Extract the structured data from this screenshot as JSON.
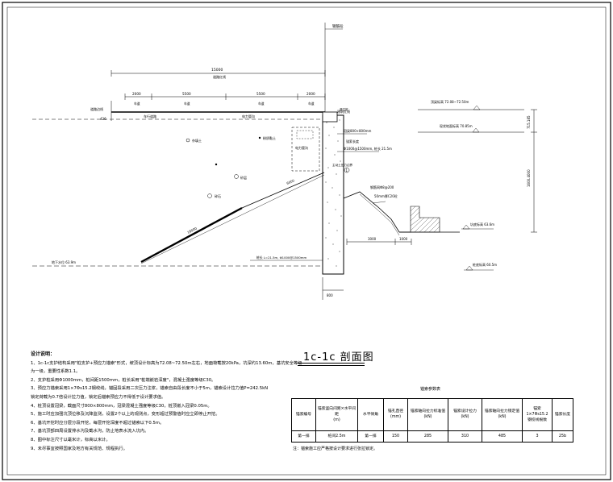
{
  "section": {
    "title": "1c-1c 剖面图",
    "elev_top": "顶梁标高 72.08~72.50m",
    "elev_ground": "现状地面标高 70.85m",
    "elev_base": "坑底标高 63.6m",
    "elev_pile_tip": "桩底标高 60.5m",
    "dim_right_1": "715.185",
    "dim_right_2": "1600.4000",
    "dim_total": "15000",
    "dim_total_sub": "道路红线",
    "dims_top": [
      "2000",
      "5500",
      "5500",
      "2000"
    ],
    "dims_top_sub": [
      "车道",
      "车道",
      "车道",
      "车道"
    ],
    "label_road_edge": "道路边线",
    "label_building": "建筑红线",
    "label_label_left": "车行道路",
    "label_pipe": "电力管沟",
    "label_vertical": "钢筋砼",
    "label_slope_len": "6000",
    "label_anchor_len": "18000",
    "label_anchor_ref": "1",
    "label_cap_beam": "冠梁800×800mm",
    "label_pile": "Φ1000@1500mm, 桩长 21.5m",
    "label_anchor_info": "锚索长度",
    "label_waterstop": "主动土压力边界",
    "label_excavation": "坑底标高 63.6m",
    "label_mesh": "钢筋网Φ8@200",
    "label_slope_cover": "50mm厚C20砼",
    "label_dim_3000": "3000",
    "label_dim_1000": "1000",
    "label_dim_800": "800",
    "label_pile_bottom": "桩长 L=21.5m, Φ1000@1500mm",
    "label_water": "地下水位 63.9m",
    "label_drain": "排水沟",
    "label_soil": "杂填土",
    "label_soil2": "粉质黏土",
    "label_soil3": "砂层",
    "label_soil4": "碎石",
    "label_pile_name": "灌注桩"
  },
  "notes": {
    "heading": "设计说明：",
    "lines": [
      "1、1c-1c支护结构采用\"桩支护+预应力锚索\"形式，坡顶设计标高为72.08~72.50m左右，地面荷载按20kPa，坑深约13.60m，基坑安全等级",
      "   为一级，重要性系数1.1。",
      "2、支护桩采用Φ1000mm，桩间距1500mm，桩长采用\"桩端嵌岩深度\"，混凝土强度等级C30。",
      "3、预应力锚索采用1×7Φs15.2钢绞线，锚固段采用二次压力注浆，锚索自由段长度不小于5m，锚索设计拉力值P=242.5kN",
      "   锁定荷载为0.7倍设计拉力值，锁定后锚索预应力不得低于设计要求值。",
      "4、桩顶设置冠梁，截面尺寸800×800mm，冠梁混凝土强度等级C30，桩顶嵌入冠梁0.05m。",
      "5、施工时应加强坑顶位移及沉降监测，设置2个以上的观测点，变形超过预警值时应立即停止开挖。",
      "6、基坑开挖时应分层分段开挖，每层开挖深度不超过锚索以下0.5m。",
      "7、基坑顶部四周设置排水沟及截水沟，防止地表水流入坑内。",
      "8、图中标注尺寸以毫米计，标高以米计。",
      "9、未尽事宜按照国家及地方有关规范、规程执行。"
    ]
  },
  "table": {
    "caption": "锚索参数表",
    "headers": [
      [
        "锚索编号",
        ""
      ],
      [
        "锚索竖向间距×水平间距",
        "(m)"
      ],
      [
        "水平倾角",
        ""
      ],
      [
        "锚孔直径",
        "(mm)"
      ],
      [
        "锚索轴向拉力标准值",
        "(kN)"
      ],
      [
        "锚索设计拉力",
        "(kN)"
      ],
      [
        "锚索轴向拉力锁定值",
        "(kN)"
      ],
      [
        "锚索1×7Φs15.2",
        "钢绞线根数"
      ],
      [
        "锚索长度",
        ""
      ]
    ],
    "row": [
      "第一排",
      "桩间2.5m",
      "第一排",
      "150",
      "285",
      "310",
      "485",
      "3",
      "25b"
    ],
    "note": "注：锚索施工应严格按设计要求进行张拉锁定。"
  }
}
